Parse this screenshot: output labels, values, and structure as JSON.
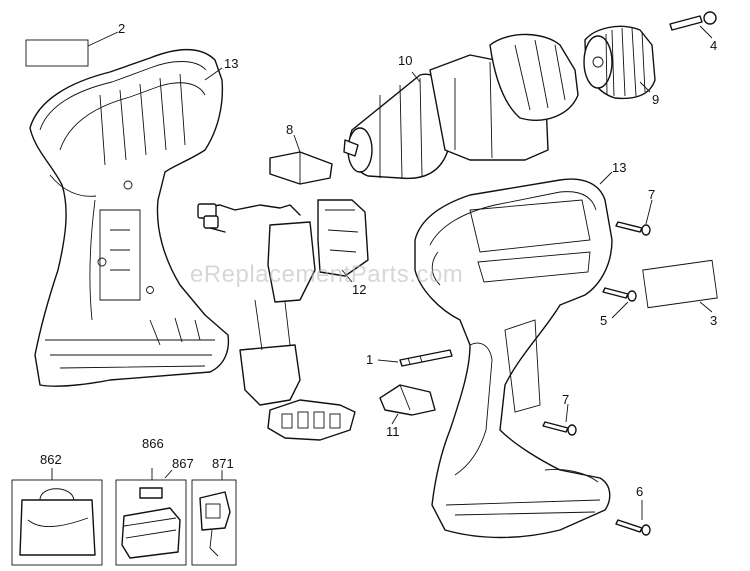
{
  "watermark": "eReplacementParts.com",
  "callouts": {
    "c1": "1",
    "c2": "2",
    "c3": "3",
    "c4": "4",
    "c5": "5",
    "c6": "6",
    "c7a": "7",
    "c7b": "7",
    "c8": "8",
    "c9": "9",
    "c10": "10",
    "c11": "11",
    "c12": "12",
    "c13a": "13",
    "c13b": "13",
    "c862": "862",
    "c866": "866",
    "c867": "867",
    "c871": "871"
  }
}
